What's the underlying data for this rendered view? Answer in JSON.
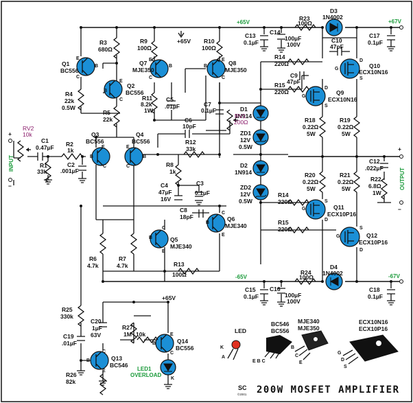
{
  "title": "200W MOSFET AMPLIFIER",
  "logo": {
    "text": "SC",
    "year": "©2001"
  },
  "colors": {
    "rail": "#1a9a3a",
    "device": "#1b8fd6",
    "accent": "#8a1a6a",
    "led": "#e03020"
  },
  "rails": {
    "pos65": "+65V",
    "pos67": "+67V",
    "neg65": "-65V",
    "neg67": "-67V",
    "pos65b": "+65V",
    "pos65c": "+65V"
  },
  "io": {
    "input": "INPUT",
    "output": "OUTPUT",
    "plus": "+",
    "minus": "−",
    "plus2": "+",
    "minus2": "−"
  },
  "transistors": {
    "q1": [
      "Q1",
      "BC556"
    ],
    "q2": [
      "Q2",
      "BC556"
    ],
    "q3": [
      "Q3",
      "BC556"
    ],
    "q4": [
      "Q4",
      "BC556"
    ],
    "q5": [
      "Q5",
      "MJE340"
    ],
    "q6": [
      "Q6",
      "MJE340"
    ],
    "q7": [
      "Q7",
      "MJE350"
    ],
    "q8": [
      "Q8",
      "MJE350"
    ],
    "q9": [
      "Q9",
      "ECX10N16"
    ],
    "q10": [
      "Q10",
      "ECX10N16"
    ],
    "q11": [
      "Q11",
      "ECX10P16"
    ],
    "q12": [
      "Q12",
      "ECX10P16"
    ],
    "q13": [
      "Q13",
      "BC546"
    ],
    "q14": [
      "Q14",
      "BC556"
    ]
  },
  "resistors": {
    "r1": [
      "R1",
      "33k"
    ],
    "r2": [
      "R2",
      "1k"
    ],
    "r3": [
      "R3",
      "680Ω"
    ],
    "r4": [
      "R4",
      "22k",
      "0.5W"
    ],
    "r5": [
      "R5",
      "22k"
    ],
    "r6": [
      "R6",
      "4.7k"
    ],
    "r7": [
      "R7",
      "4.7k"
    ],
    "r8": [
      "R8",
      "1k"
    ],
    "r9": [
      "R9",
      "100Ω"
    ],
    "r10": [
      "R10",
      "100Ω"
    ],
    "r11": [
      "R11",
      "8.2k",
      "1W"
    ],
    "r12": [
      "R12",
      "33k"
    ],
    "r13": [
      "R13",
      "100Ω"
    ],
    "r14a": [
      "R14",
      "220Ω"
    ],
    "r15a": [
      "R15",
      "220Ω"
    ],
    "r14b": [
      "R14",
      "220Ω"
    ],
    "r15b": [
      "R15",
      "220Ω"
    ],
    "r18": [
      "R18",
      "0.22Ω",
      "5W"
    ],
    "r19": [
      "R19",
      "0.22Ω",
      "5W"
    ],
    "r20": [
      "R20",
      "0.22Ω",
      "5W"
    ],
    "r21": [
      "R21",
      "0.22Ω",
      "5W"
    ],
    "r22": [
      "R22",
      "6.8Ω",
      "1W"
    ],
    "r23": [
      "R23",
      "100Ω"
    ],
    "r24": [
      "R24",
      "100Ω"
    ],
    "r25": [
      "R25",
      "330k"
    ],
    "r26": [
      "R26",
      "82k"
    ],
    "r27": [
      "R27",
      "1M"
    ],
    "r10k": [
      "10k"
    ]
  },
  "capacitors": {
    "c1": [
      "C1",
      "0.47µF"
    ],
    "c2": [
      "C2",
      ".001µF"
    ],
    "c3": [
      "C3",
      "0.1µF"
    ],
    "c4": [
      "C4",
      "47µF",
      "16V"
    ],
    "c5": [
      "C5",
      ".01µF"
    ],
    "c6": [
      "C6",
      "10pF"
    ],
    "c7": [
      "C7",
      "0.1µF"
    ],
    "c8": [
      "C8",
      "18pF"
    ],
    "c9": [
      "C9",
      "47pF"
    ],
    "c10": [
      "C10",
      "47pF"
    ],
    "c12": [
      "C12",
      ".022µF"
    ],
    "c13": [
      "C13",
      "0.1µF"
    ],
    "c14": [
      "C14",
      "100µF",
      "100V"
    ],
    "c15": [
      "C15",
      "0.1µF"
    ],
    "c16": [
      "C16",
      "100µF",
      "100V"
    ],
    "c17": [
      "C17",
      "0.1µF"
    ],
    "c18": [
      "C18",
      "0.1µF"
    ],
    "c19": [
      "C19",
      ".01µF"
    ],
    "c20": [
      "C20",
      "1µF",
      "63V"
    ]
  },
  "diodes": {
    "d1": [
      "D1",
      "1N914"
    ],
    "d2": [
      "D2",
      "1N914"
    ],
    "d3": [
      "D3",
      "1N4002"
    ],
    "d4": [
      "D4",
      "1N4002"
    ],
    "zd1": [
      "ZD1",
      "12V",
      "0.5W"
    ],
    "zd2": [
      "ZD2",
      "12V",
      "0.5W"
    ],
    "led1": [
      "LED1",
      "OVERLOAD"
    ]
  },
  "pots": {
    "rv1": [
      "RV1",
      "200Ω"
    ],
    "rv2": [
      "RV2",
      "10k"
    ]
  },
  "pins": {
    "e": "E",
    "b": "B",
    "c": "C",
    "g": "G",
    "s": "S",
    "d": "D",
    "k": "K",
    "a": "A"
  },
  "legend": {
    "led": "LED",
    "bc": [
      "BC546",
      "BC556"
    ],
    "mje": [
      "MJE340",
      "MJE350"
    ],
    "ecx": [
      "ECX10N16",
      "ECX10P16"
    ],
    "ebc": "E B C",
    "bce": [
      "B",
      "C",
      "E"
    ],
    "gds": [
      "G",
      "D",
      "S"
    ],
    "ka": [
      "K",
      "A"
    ]
  }
}
